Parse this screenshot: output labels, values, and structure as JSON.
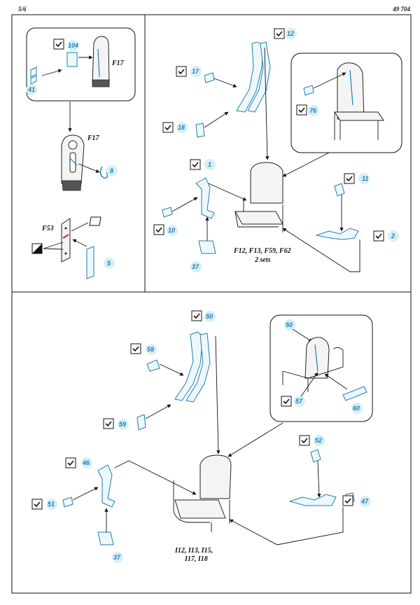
{
  "header": {
    "page": "5/6",
    "code": "49 704"
  },
  "colors": {
    "etch_blue": "#1a7fb3",
    "label_bg": "#d7eef7",
    "line": "#111111"
  },
  "icons": [
    "check-box-icon",
    "arrow-icon",
    "bend-icon",
    "paint-icon"
  ],
  "panel_a": {
    "labels": {
      "p104": "104",
      "p41": "41",
      "f17_top": "F17",
      "f17_mid": "F17",
      "p8": "8",
      "f53": "F53",
      "p5": "5"
    }
  },
  "panel_b": {
    "labels": {
      "p12": "12",
      "p17": "17",
      "p18": "18",
      "p1": "1",
      "p10": "10",
      "p37": "37",
      "p76": "76",
      "p11": "11",
      "p2": "2"
    },
    "caption_1": "F12, F13, F59, F62",
    "caption_2": "2 sets"
  },
  "panel_c": {
    "labels": {
      "p50": "50",
      "p58": "58",
      "p59": "59",
      "p46": "46",
      "p51": "51",
      "p37": "37",
      "p50b": "50",
      "p57": "57",
      "p60": "60",
      "p52": "52",
      "p47": "47"
    },
    "caption_1": "I12, I13, I15,",
    "caption_2": "I17, I18"
  }
}
